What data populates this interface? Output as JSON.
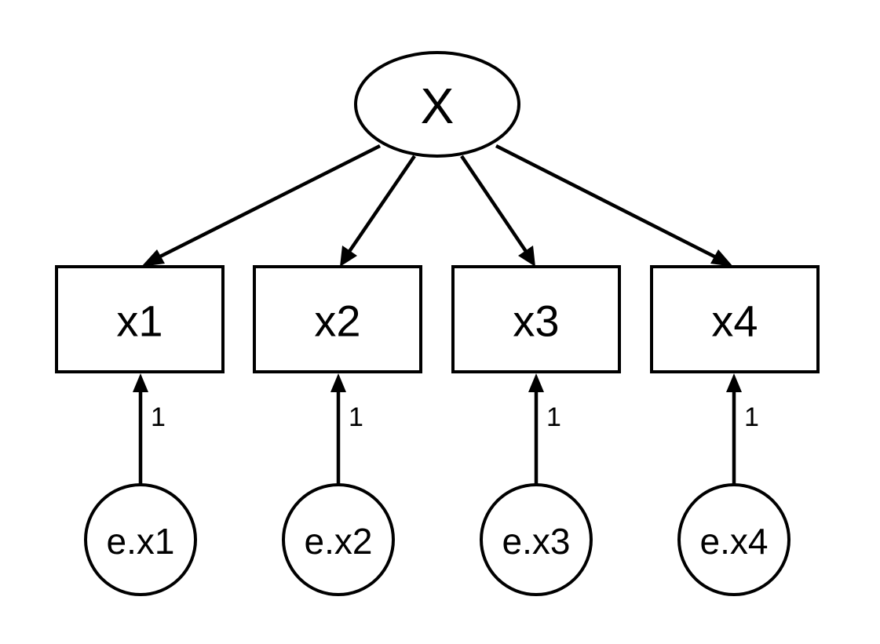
{
  "latent": {
    "label": "X"
  },
  "observed": [
    {
      "label": "x1"
    },
    {
      "label": "x2"
    },
    {
      "label": "x3"
    },
    {
      "label": "x4"
    }
  ],
  "errors": [
    {
      "label": "e.x1",
      "loading": "1"
    },
    {
      "label": "e.x2",
      "loading": "1"
    },
    {
      "label": "e.x3",
      "loading": "1"
    },
    {
      "label": "e.x4",
      "loading": "1"
    }
  ],
  "colors": {
    "stroke": "#000000",
    "fill": "#ffffff"
  }
}
